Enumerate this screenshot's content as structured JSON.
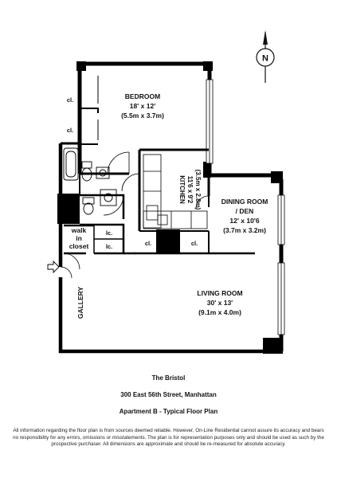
{
  "compass": {
    "letter": "N",
    "icon": "north-arrow-icon"
  },
  "rooms": {
    "bedroom": {
      "name": "BEDROOM",
      "size_ft": "18' x 12'",
      "size_m": "(5.5m x 3.7m)"
    },
    "kitchen": {
      "name": "KITCHEN",
      "size_ft": "11'6 x 9'2",
      "size_m": "(3.5m x 2.8m)"
    },
    "dining": {
      "name_line1": "DINING ROOM",
      "name_line2": "/ DEN",
      "size_ft": "12' x 10'6",
      "size_m": "(3.7m x 3.2m)"
    },
    "living": {
      "name": "LIVING ROOM",
      "size_ft": "30' x 13'",
      "size_m": "(9.1m x 4.0m)"
    },
    "gallery": {
      "name": "GALLERY"
    },
    "walk_in_closet": {
      "line1": "walk",
      "line2": "in",
      "line3": "closet"
    }
  },
  "closets": {
    "cl": "cl.",
    "lc": "lc."
  },
  "entry_icon": "entry-arrow-icon",
  "caption": {
    "building": "The Bristol",
    "address": "300 East 56th Street, Manhattan",
    "plan": "Apartment B - Typical Floor Plan"
  },
  "disclaimer": "All information regarding the floor plan is from sources deemed reliable. However, On-Line Residential cannot assure its accuracy and bears no responsibility for any errors, omissions or misstatements. The plan is for representation purposes only and should be used as such by the prospective purchaser. All dimensions are approximate and should be re-measured for absolute accuracy."
}
